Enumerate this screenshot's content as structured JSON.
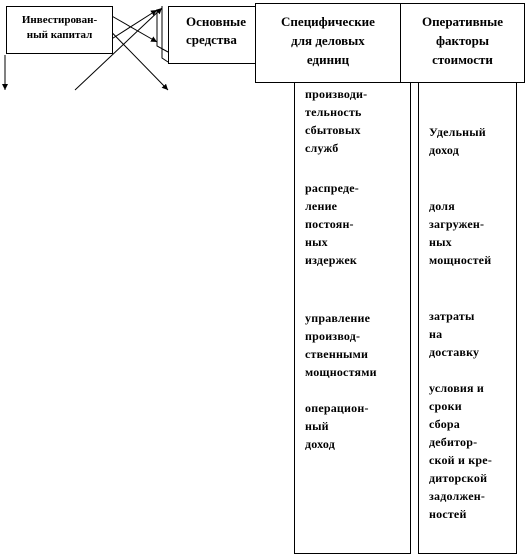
{
  "boxes": {
    "invested_capital": "Инвестирован-\nный капитал",
    "fixed_assets": "Основные\nсредства",
    "business_units": "Специфические\nдля деловых\nединиц",
    "operational_factors": "Оперативные\nфакторы\nстоимости"
  },
  "business_unit_factors": [
    "производи-\nтельность\nсбытовых\nслужб",
    "распреде-\nление\nпостоян-\nных\nиздержек",
    "управление\nпроизвод-\nственными\nмощностями",
    "операцион-\nный\nдоход"
  ],
  "operational_value_factors": [
    "Удельный\nдоход",
    "доля\nзагружен-\nных\nмощностей",
    "затраты\nна\nдоставку",
    "условия и\nсроки\nсбора\nдебитор-\nской и кре-\nдиторской\nзадолжен-\nностей"
  ]
}
